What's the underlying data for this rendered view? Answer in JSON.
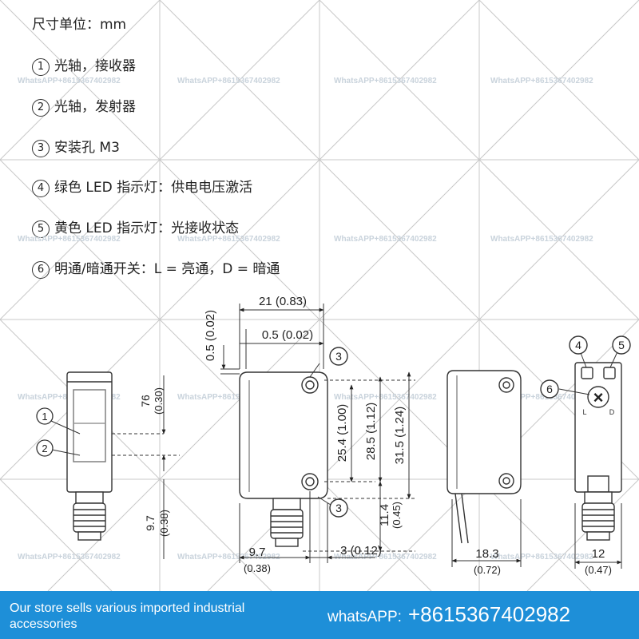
{
  "legend": {
    "unit": "尺寸单位：mm",
    "items": [
      {
        "num": "1",
        "text": "光轴，接收器"
      },
      {
        "num": "2",
        "text": "光轴，发射器"
      },
      {
        "num": "3",
        "text": "安装孔 M3"
      },
      {
        "num": "4",
        "text": "绿色 LED 指示灯：供电电压激活"
      },
      {
        "num": "5",
        "text": "黄色 LED 指示灯：光接收状态"
      },
      {
        "num": "6",
        "text": "明通/暗通开关：L = 亮通，D = 暗通"
      }
    ]
  },
  "dimensions": {
    "width_top": "21 (0.83)",
    "offset_top": "0.5 (0.02)",
    "offset_side": "0.5 (0.02)",
    "lens_top": "76",
    "lens_top_in": "(0.30)",
    "lens_bottom": "9.7",
    "lens_bottom_in": "(0.38)",
    "hole_spacing": "25.4 (1.00)",
    "inner_height": "28.5 (1.12)",
    "total_height": "31.5 (1.24)",
    "connector_len": "11.4",
    "connector_len_in": "(0.45)",
    "bottom_left": "9.7",
    "bottom_left_in": "(0.38)",
    "bottom_mid": "3 (0.12)",
    "depth": "18.3",
    "depth_in": "(0.72)",
    "width_end": "12",
    "width_end_in": "(0.47)"
  },
  "labels": {
    "c1": "1",
    "c2": "2",
    "c3a": "3",
    "c3b": "3",
    "c4": "4",
    "c5": "5",
    "c6": "6",
    "switch_l": "L",
    "switch_d": "D",
    "switch_x": "×"
  },
  "watermark": "WhatsAPP+8615367402982",
  "banner": {
    "left_text": "Our store sells various imported industrial accessories",
    "contact_label": "whatsAPP:",
    "contact_number": "+8615367402982"
  },
  "colors": {
    "banner": "#1e8fd8",
    "watermark": "#c9d3dc",
    "grid": "#c8c8c8"
  }
}
